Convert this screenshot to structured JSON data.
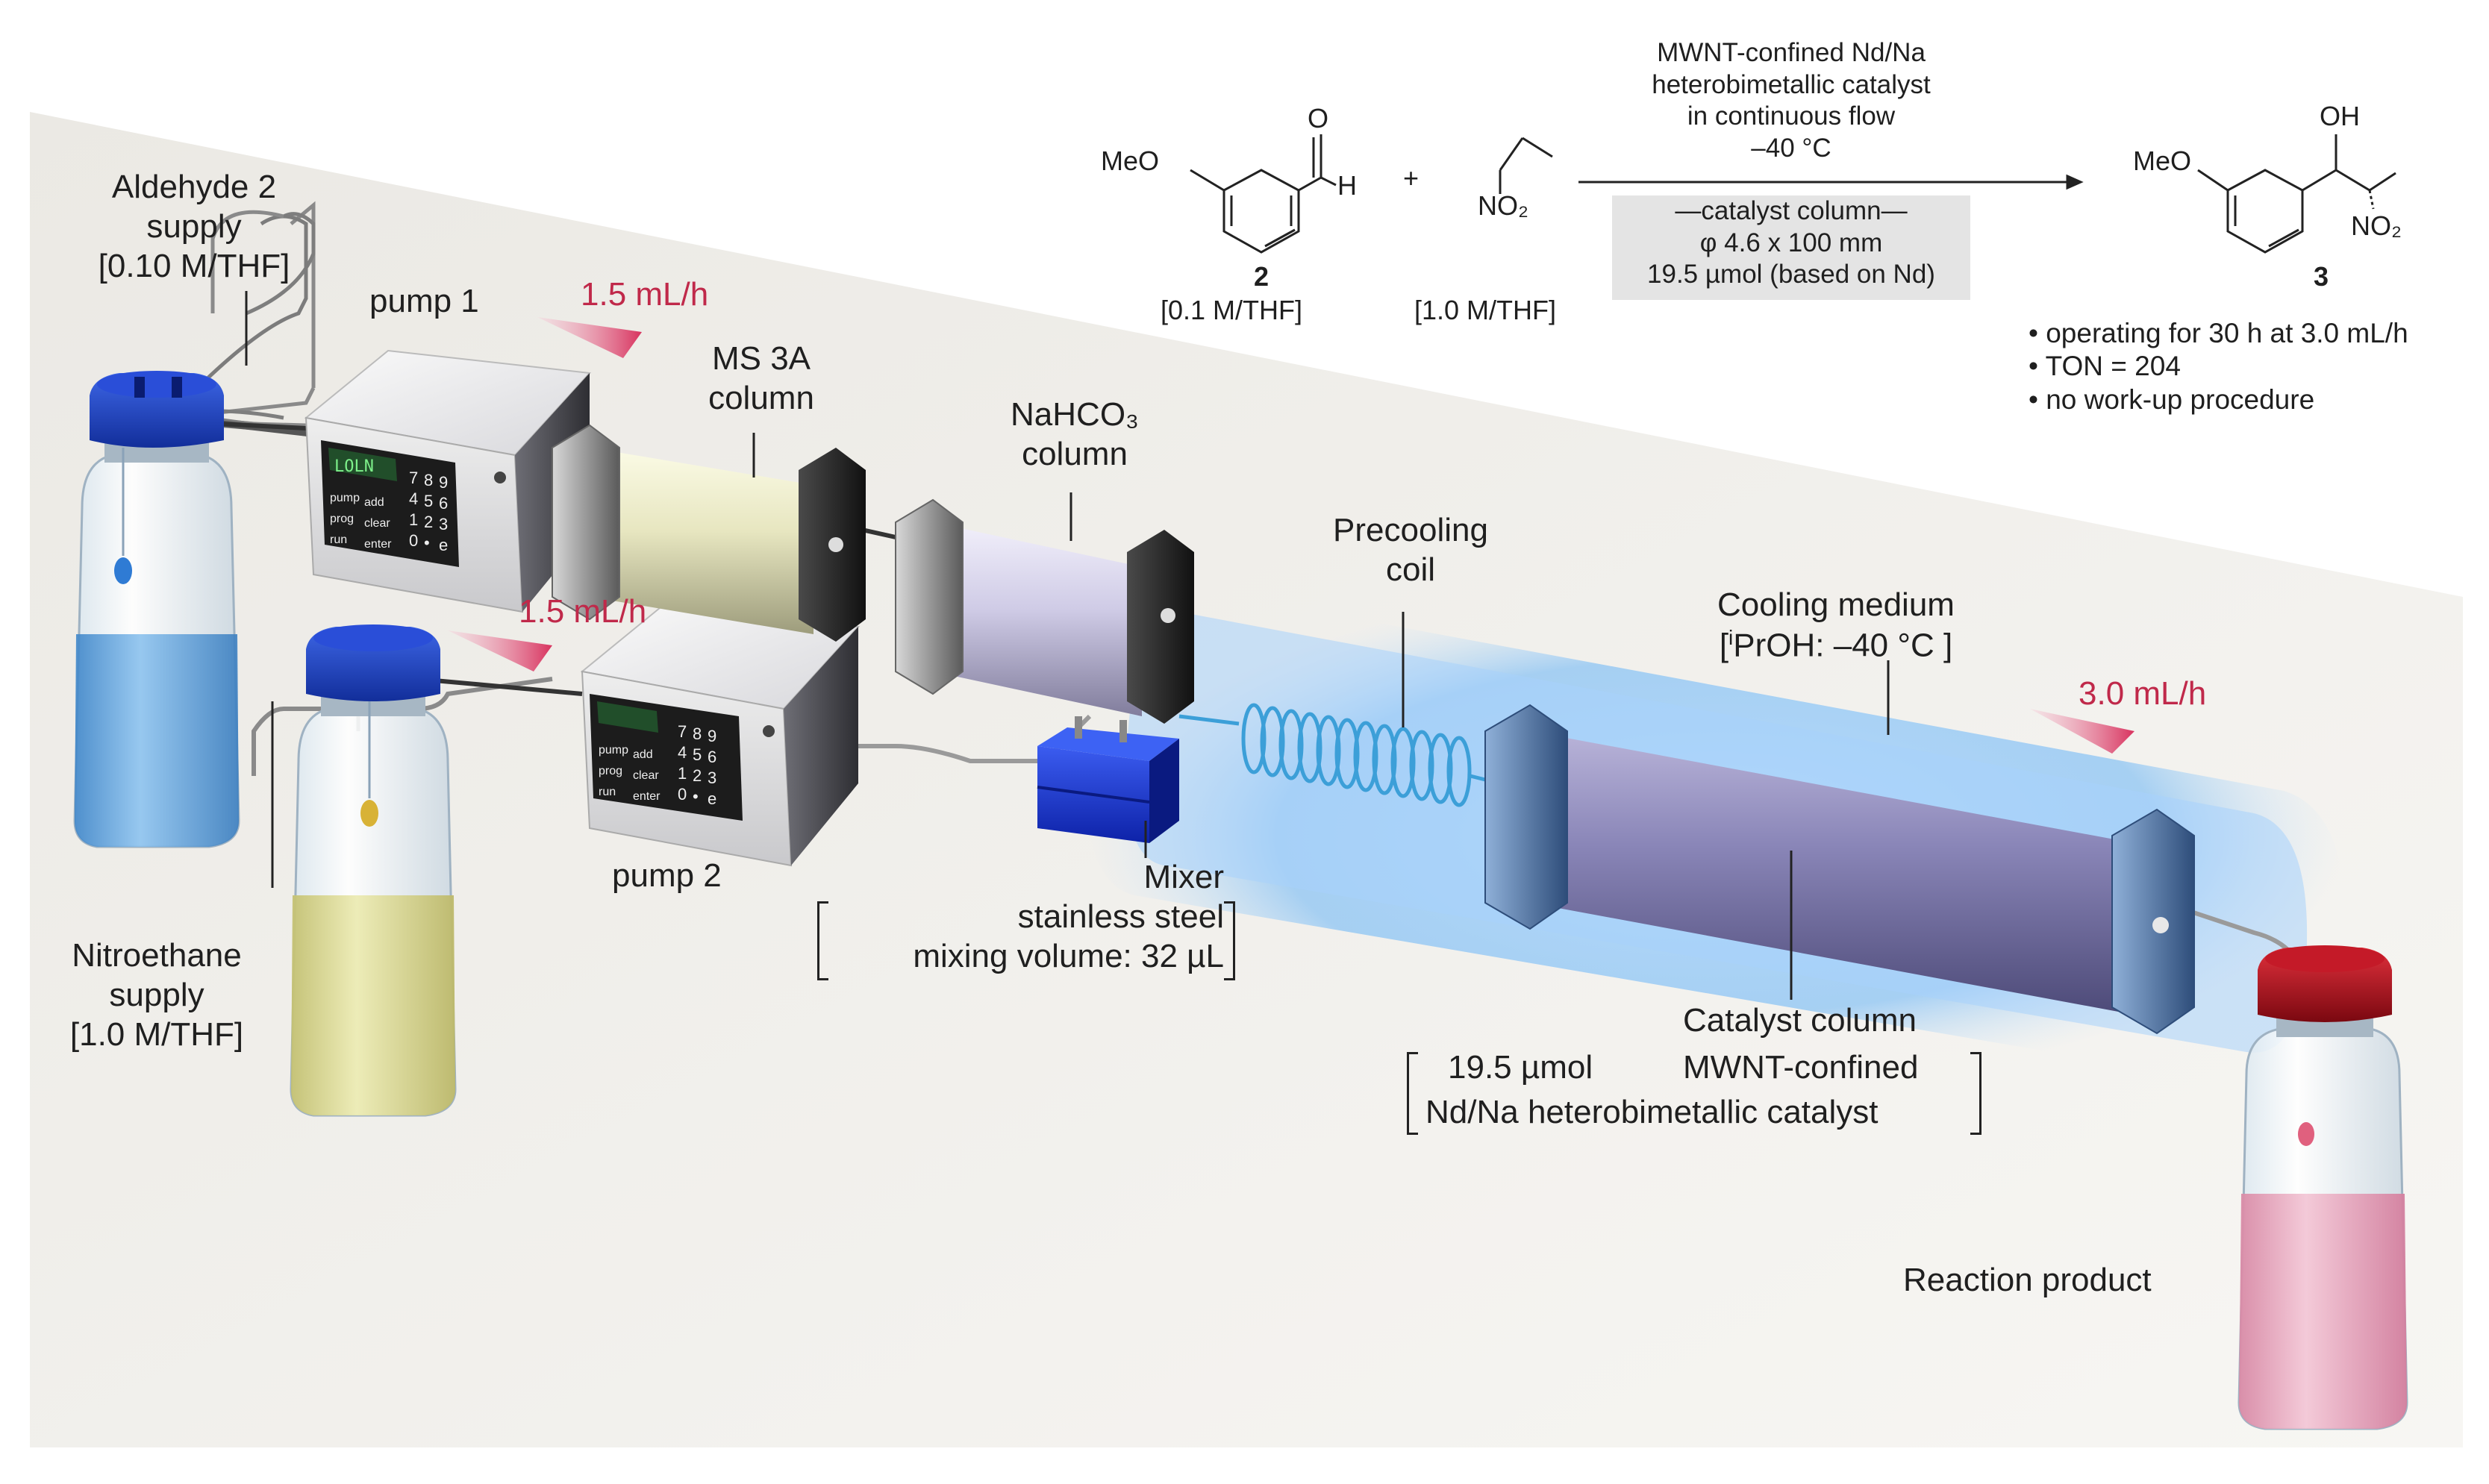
{
  "labels": {
    "aldehyde_title": "Aldehyde 2",
    "aldehyde_sub": "supply",
    "aldehyde_conc": "[0.10 M/THF]",
    "pump1": "pump 1",
    "pump2": "pump 2",
    "rate1": "1.5 mL/h",
    "rate2": "1.5 mL/h",
    "rate3": "3.0 mL/h",
    "ms3a_1": "MS 3A",
    "ms3a_2": "column",
    "nahco3_1": "NaHCO₃",
    "nahco3_2": "column",
    "precool_1": "Precooling",
    "precool_2": "coil",
    "cooling_1": "Cooling medium",
    "cooling_2_sup": "i",
    "cooling_2": "PrOH: –40 °C ]",
    "cooling_2_open": "[",
    "mixer_1": "Mixer",
    "mixer_2": "stainless steel",
    "mixer_3": "mixing volume: 32 µL",
    "nitro_title": "Nitroethane",
    "nitro_sub": "supply",
    "nitro_conc": "[1.0 M/THF]",
    "catalyst_title": "Catalyst column",
    "catalyst_amt": "19.5 µmol",
    "catalyst_mwnt": "MWNT-confined",
    "catalyst_desc": "Nd/Na heterobimetallic catalyst",
    "product": "Reaction product",
    "pump_display": "LOLN",
    "keypad": [
      "7",
      "8",
      "9",
      "4",
      "5",
      "6",
      "1",
      "2",
      "3",
      "0",
      "•",
      "e"
    ],
    "pump_buttons": [
      "pump",
      "add",
      "prog",
      "clear",
      "run",
      "enter"
    ]
  },
  "reaction": {
    "cond_1": "MWNT-confined Nd/Na",
    "cond_2": "heterobimetallic catalyst",
    "cond_3": "in continuous flow",
    "cond_4": "–40 °C",
    "box_1": "—catalyst column—",
    "box_2": "φ 4.6 x 100 mm",
    "box_3": "19.5 µmol (based on Nd)",
    "compound2": "2",
    "compound2_conc": "[0.1 M/THF]",
    "compound3": "3",
    "nitro_conc": "[1.0 M/THF]",
    "meo": "MeO",
    "h": "H",
    "o": "O",
    "oh": "OH",
    "no2": "NO₂",
    "plus": "+",
    "bullets": [
      "• operating for 30 h at 3.0 mL/h",
      "• TON = 204",
      "• no work-up procedure"
    ]
  },
  "colors": {
    "rate": "#c0294a",
    "cap_blue": "#1f47c8",
    "cap_red": "#b8101e",
    "liquid_blue": "#5a9ed8",
    "liquid_yellow": "#d8d68a",
    "liquid_pink": "#e8a4bc",
    "cooling_glow": "#9ccaf5"
  }
}
